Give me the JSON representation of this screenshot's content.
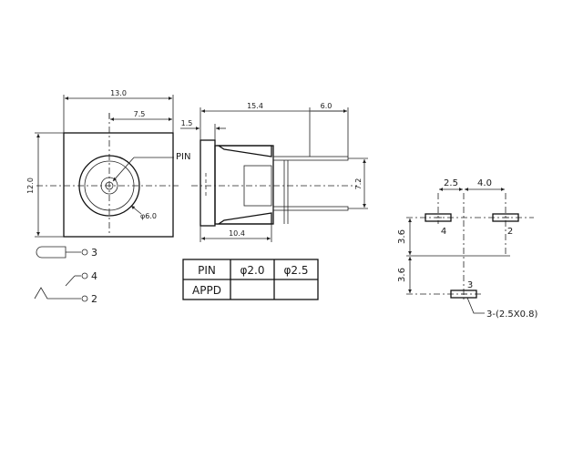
{
  "front_view": {
    "width_dim": "13.0",
    "offset_dim": "7.5",
    "height_dim": "12.0",
    "pin_label": "PIN",
    "diameter_dim": "φ6.0"
  },
  "side_view": {
    "flange_dim": "1.5",
    "body_dim": "15.4",
    "pin_dim": "6.0",
    "pin_spacing_dim": "7.2",
    "bottom_dim": "10.4"
  },
  "schematic": {
    "terminal_3": "3",
    "terminal_4": "4",
    "terminal_2": "2"
  },
  "table": {
    "header": [
      "PIN",
      "φ2.0",
      "φ2.5"
    ],
    "row_label": "APPD"
  },
  "footprint": {
    "dim_x1": "2.5",
    "dim_x2": "4.0",
    "dim_y1": "3.6",
    "dim_y2": "3.6",
    "pad_4": "4",
    "pad_2": "2",
    "pad_3": "3",
    "pad_note": "3-(2.5X0.8)"
  }
}
